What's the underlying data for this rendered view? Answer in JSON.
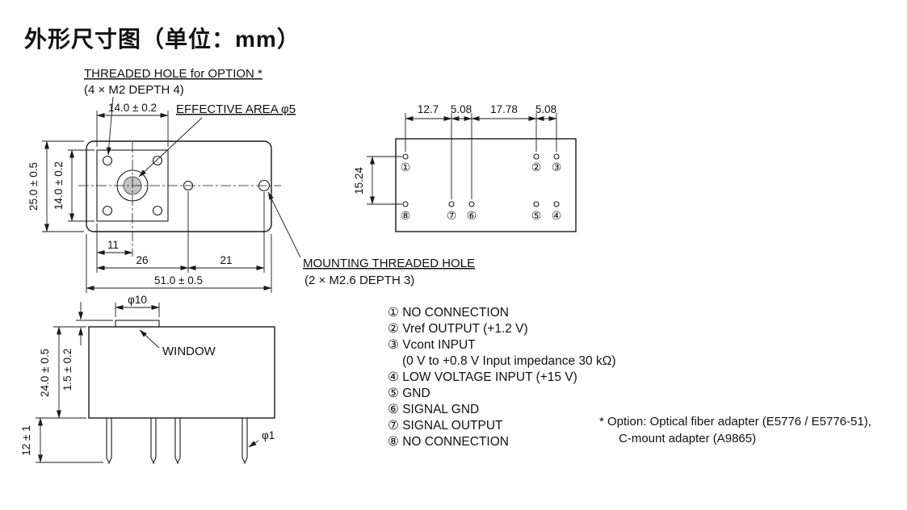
{
  "title": "外形尺寸图（单位：mm）",
  "front_view": {
    "labels": {
      "threaded_hole_line1": "THREADED HOLE for OPTION *",
      "threaded_hole_line2": "(4 × M2 DEPTH 4)",
      "effective_area": "EFFECTIVE AREA φ5",
      "mounting_hole_line1": "MOUNTING THREADED HOLE",
      "mounting_hole_line2": "(2 × M2.6 DEPTH 3)"
    },
    "dims": {
      "flange_width": "14.0 ± 0.2",
      "total_height": "25.0 ± 0.5",
      "flange_height": "14.0 ± 0.2",
      "hole_offset": "11",
      "left_span": "26",
      "right_span": "21",
      "total_width": "51.0 ± 0.5"
    }
  },
  "bottom_view": {
    "dims": {
      "pitch_a": "12.7",
      "pitch_b": "5.08",
      "pitch_c": "17.78",
      "pitch_d": "5.08",
      "row_spacing": "15.24"
    },
    "pins": {
      "p1": "①",
      "p2": "②",
      "p3": "③",
      "p4": "④",
      "p5": "⑤",
      "p6": "⑥",
      "p7": "⑦",
      "p8": "⑧"
    }
  },
  "side_view": {
    "dims": {
      "window_dia": "φ10",
      "body_height": "24.0 ± 0.5",
      "window_height": "1.5 ± 0.2",
      "pin_length": "12 ± 1",
      "pin_dia": "φ1"
    },
    "labels": {
      "window": "WINDOW"
    }
  },
  "pin_list": [
    "① NO CONNECTION",
    "② Vref OUTPUT (+1.2 V)",
    "③ Vcont INPUT",
    "(0 V to +0.8 V Input impedance 30 kΩ)",
    "④ LOW VOLTAGE INPUT (+15 V)",
    "⑤ GND",
    "⑥ SIGNAL GND",
    "⑦ SIGNAL OUTPUT",
    "⑧ NO CONNECTION"
  ],
  "note": {
    "line1": "* Option: Optical fiber adapter (E5776 / E5776-51),",
    "line2": "C-mount adapter (A9865)"
  }
}
